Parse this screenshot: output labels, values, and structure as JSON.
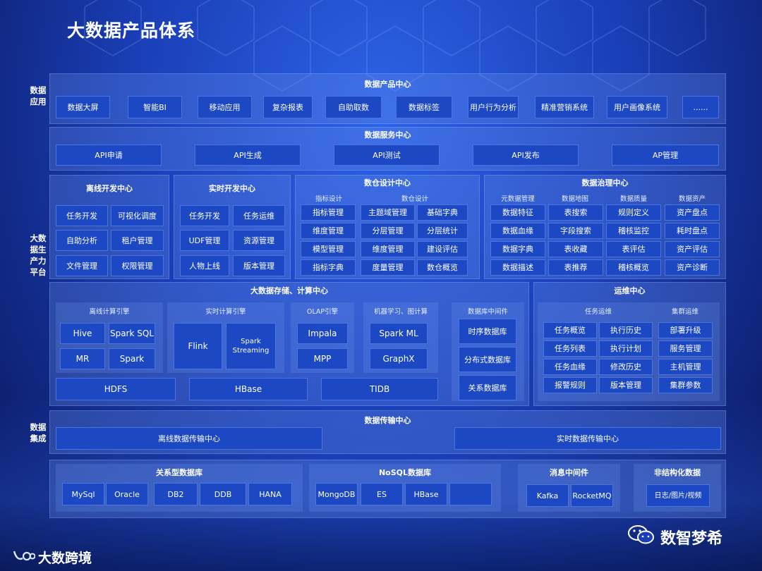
{
  "title": "大数据产品体系",
  "side_labels": {
    "app": "数据应用",
    "platform": "大数据生产力平台",
    "integration": "数据集成"
  },
  "product_center": {
    "title": "数据产品中心",
    "items": [
      "数据大屏",
      "智能BI",
      "移动应用",
      "复杂报表",
      "自助取数",
      "数据标签",
      "用户行为分析",
      "精准营销系统",
      "用户画像系统",
      "......"
    ]
  },
  "service_center": {
    "title": "数据服务中心",
    "items": [
      "API申请",
      "API生成",
      "API测试",
      "API发布",
      "AP管理"
    ]
  },
  "offline_dev": {
    "title": "离线开发中心",
    "items": [
      "任务开发",
      "可视化调度",
      "自助分析",
      "租户管理",
      "文件管理",
      "权限管理"
    ]
  },
  "realtime_dev": {
    "title": "实时开发中心",
    "items": [
      "任务开发",
      "任务运维",
      "UDF管理",
      "资源管理",
      "人物上线",
      "版本管理"
    ]
  },
  "warehouse": {
    "title": "数仓设计中心",
    "col_titles": [
      "指标设计",
      "数仓设计"
    ],
    "items": [
      "指标管理",
      "主题域管理",
      "基础字典",
      "维度管理",
      "分层管理",
      "分层统计",
      "模型管理",
      "维度管理",
      "建设评估",
      "指标字典",
      "度量管理",
      "数仓概览"
    ]
  },
  "governance": {
    "title": "数据治理中心",
    "col_titles": [
      "元数据管理",
      "数据地图",
      "数据质量",
      "数据资产"
    ],
    "items": [
      "数据特征",
      "表搜索",
      "规则定义",
      "资产盘点",
      "数据血缘",
      "字段搜索",
      "稽核监控",
      "耗时盘点",
      "数据字典",
      "表收藏",
      "表评估",
      "资产评估",
      "数据描述",
      "表推荐",
      "稽核概览",
      "资产诊断"
    ]
  },
  "storage": {
    "title": "大数据存储、计算中心",
    "offline": {
      "title": "离线计算引擎",
      "items": [
        "Hive",
        "Spark SQL",
        "MR",
        "Spark"
      ]
    },
    "realtime": {
      "title": "实时计算引擎",
      "items": [
        "Flink",
        "Spark Streaming"
      ]
    },
    "olap": {
      "title": "OLAP引擎",
      "items": [
        "Impala",
        "MPP"
      ]
    },
    "ml": {
      "title": "机器学习、图计算",
      "items": [
        "Spark ML",
        "GraphX"
      ]
    },
    "dbmw": {
      "title": "数据库中间件",
      "items": [
        "时序数据库",
        "分布式数据库",
        "关系数据库"
      ]
    },
    "bottom": [
      "HDFS",
      "HBase",
      "TIDB"
    ]
  },
  "ops": {
    "title": "运维中心",
    "task_title": "任务运维",
    "cluster_title": "集群运维",
    "task_items": [
      "任务概览",
      "执行历史",
      "任务列表",
      "执行计划",
      "任务血缘",
      "修改历史",
      "报警规则",
      "版本管理"
    ],
    "cluster_items": [
      "部署升级",
      "服务管理",
      "主机管理",
      "集群参数"
    ]
  },
  "transfer": {
    "title": "数据传输中心",
    "items": [
      "离线数据传输中心",
      "实时数据传输中心"
    ]
  },
  "sources": {
    "rdb": {
      "title": "关系型数据库",
      "items": [
        "MySql",
        "Oracle",
        "DB2",
        "DDB",
        "HANA"
      ]
    },
    "nosql": {
      "title": "NoSQL数据库",
      "items": [
        "MongoDB",
        "ES",
        "HBase",
        ""
      ]
    },
    "mq": {
      "title": "消息中间件",
      "items": [
        "Kafka",
        "RocketMQ"
      ]
    },
    "unstructured": {
      "title": "非结构化数据",
      "items": [
        "日志/图片/视频"
      ]
    }
  },
  "footer": {
    "brand_left": "大数跨境",
    "brand_right": "数智梦希"
  }
}
